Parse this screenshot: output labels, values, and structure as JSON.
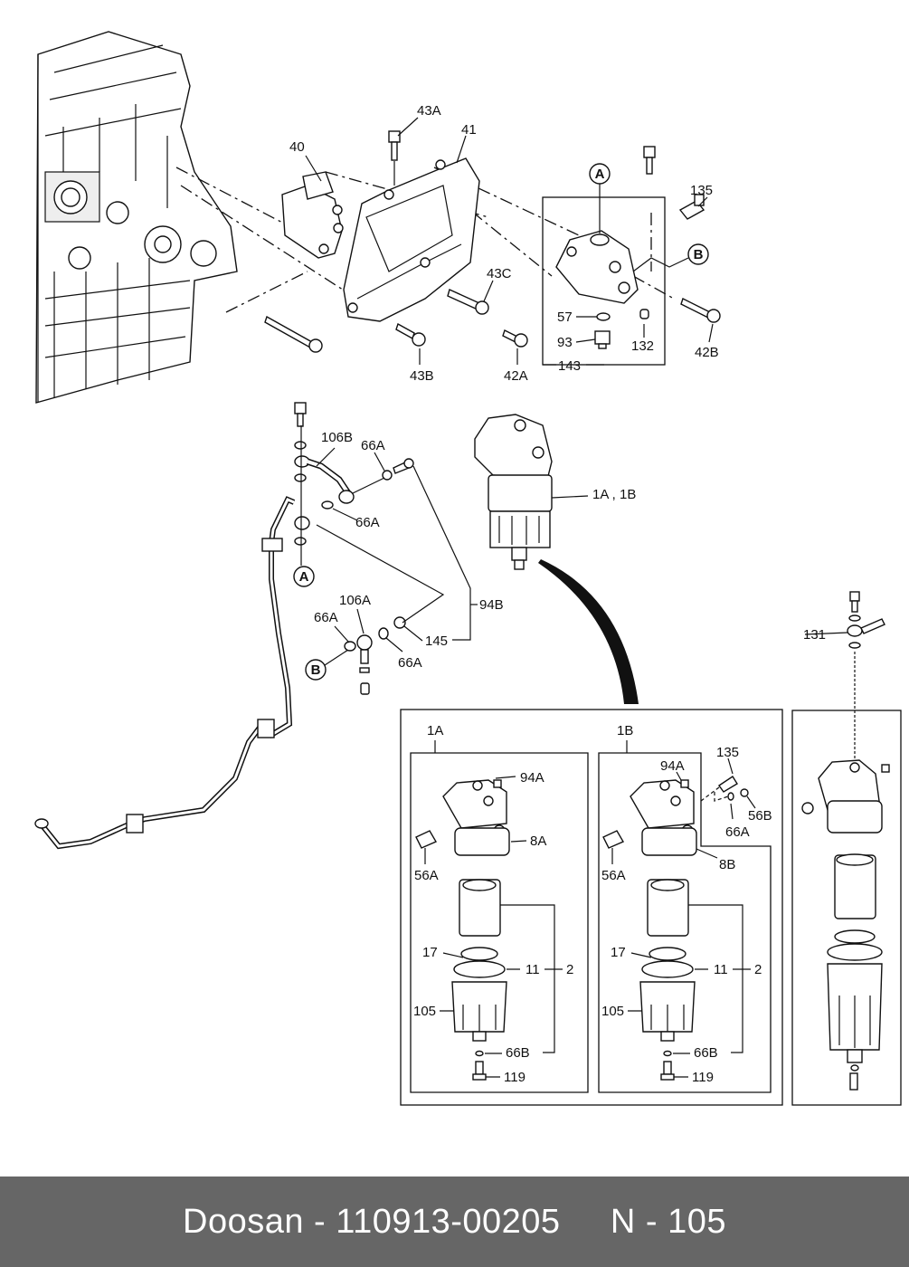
{
  "footer": {
    "text": "Doosan - 110913-00205     N - 105",
    "background": "#666666"
  },
  "diagram": {
    "title": "Fuel filter assembly exploded view",
    "callout_circles": {
      "A_top": "A",
      "B_top": "B",
      "A_pipe": "A",
      "B_pipe": "B"
    },
    "labels": {
      "p40": "40",
      "p41": "41",
      "p43A": "43A",
      "p43B": "43B",
      "p43C": "43C",
      "p42A": "42A",
      "p42B": "42B",
      "p135": "135",
      "p57": "57",
      "p93": "93",
      "p132": "132",
      "p143": "143",
      "p106B": "106B",
      "p66A_1": "66A",
      "p66A_2": "66A",
      "p106A": "106A",
      "p66A_3": "66A",
      "p66A_4": "66A",
      "p145": "145",
      "p94B": "94B",
      "p1A1B": "1A , 1B",
      "p131": "131"
    },
    "detail_1A": {
      "title": "1A",
      "labels": {
        "p94A": "94A",
        "p8A": "8A",
        "p56A": "56A",
        "p17": "17",
        "p11": "11",
        "p2": "2",
        "p105": "105",
        "p66B": "66B",
        "p119": "119"
      }
    },
    "detail_1B": {
      "title": "1B",
      "labels": {
        "p94A": "94A",
        "p135": "135",
        "p56B": "56B",
        "p66A": "66A",
        "p8B": "8B",
        "p56A": "56A",
        "p17": "17",
        "p11": "11",
        "p2": "2",
        "p105": "105",
        "p66B": "66B",
        "p119": "119"
      }
    }
  }
}
